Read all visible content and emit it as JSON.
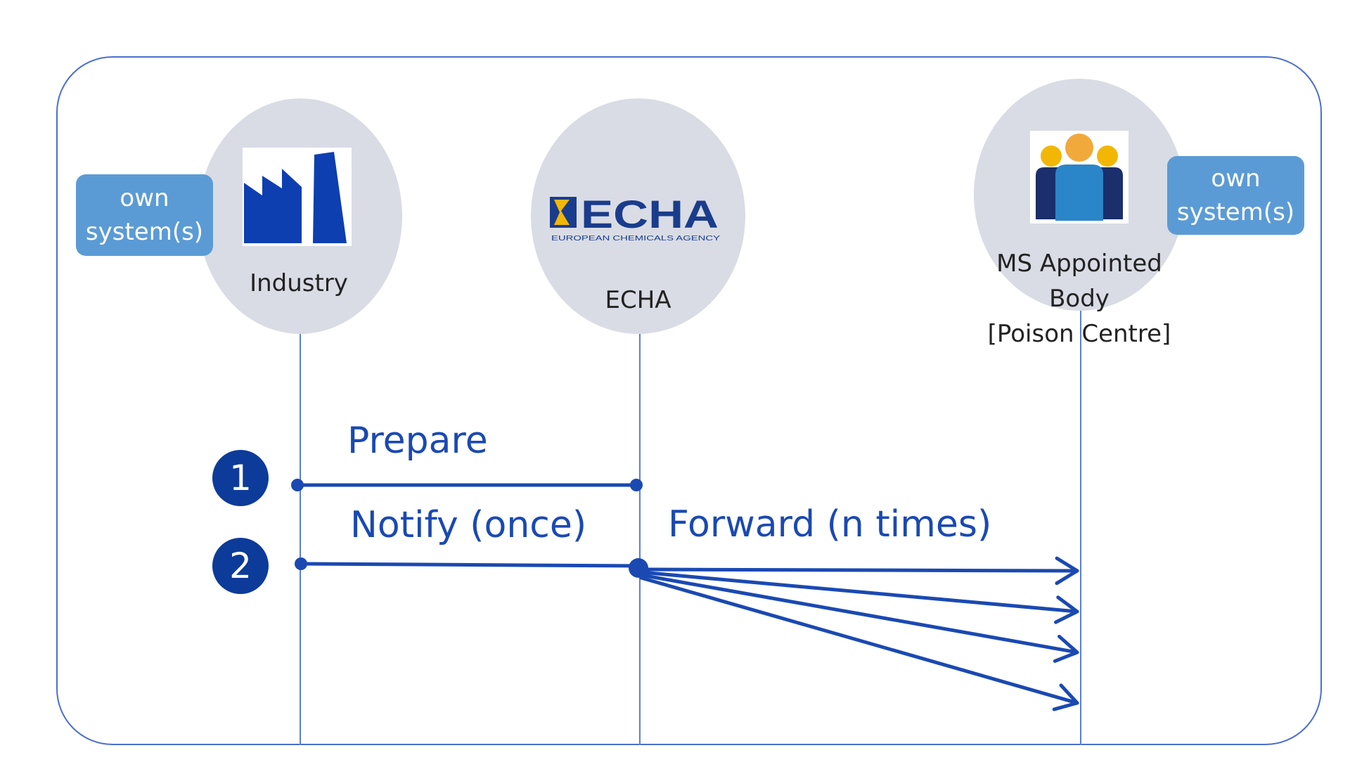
{
  "actors": {
    "industry": {
      "label": "Industry",
      "own_label_line1": "own",
      "own_label_line2": "system(s)"
    },
    "echa": {
      "label": "ECHA",
      "logo_text": "ECHA",
      "logo_subtext": "EUROPEAN CHEMICALS AGENCY"
    },
    "ms_body": {
      "label_line1": "MS Appointed Body",
      "label_line2": "[Poison Centre]",
      "own_label_line1": "own",
      "own_label_line2": "system(s)"
    }
  },
  "steps": [
    {
      "number": "1",
      "label": "Prepare"
    },
    {
      "number": "2",
      "label": "Notify (once)"
    }
  ],
  "forward": {
    "label": "Forward (n times)",
    "arrow_count": 4
  },
  "colors": {
    "line": "#1a49b2",
    "circle": "#d9dce5",
    "own_box": "#5b9bd5",
    "step_badge": "#0d3b99"
  }
}
